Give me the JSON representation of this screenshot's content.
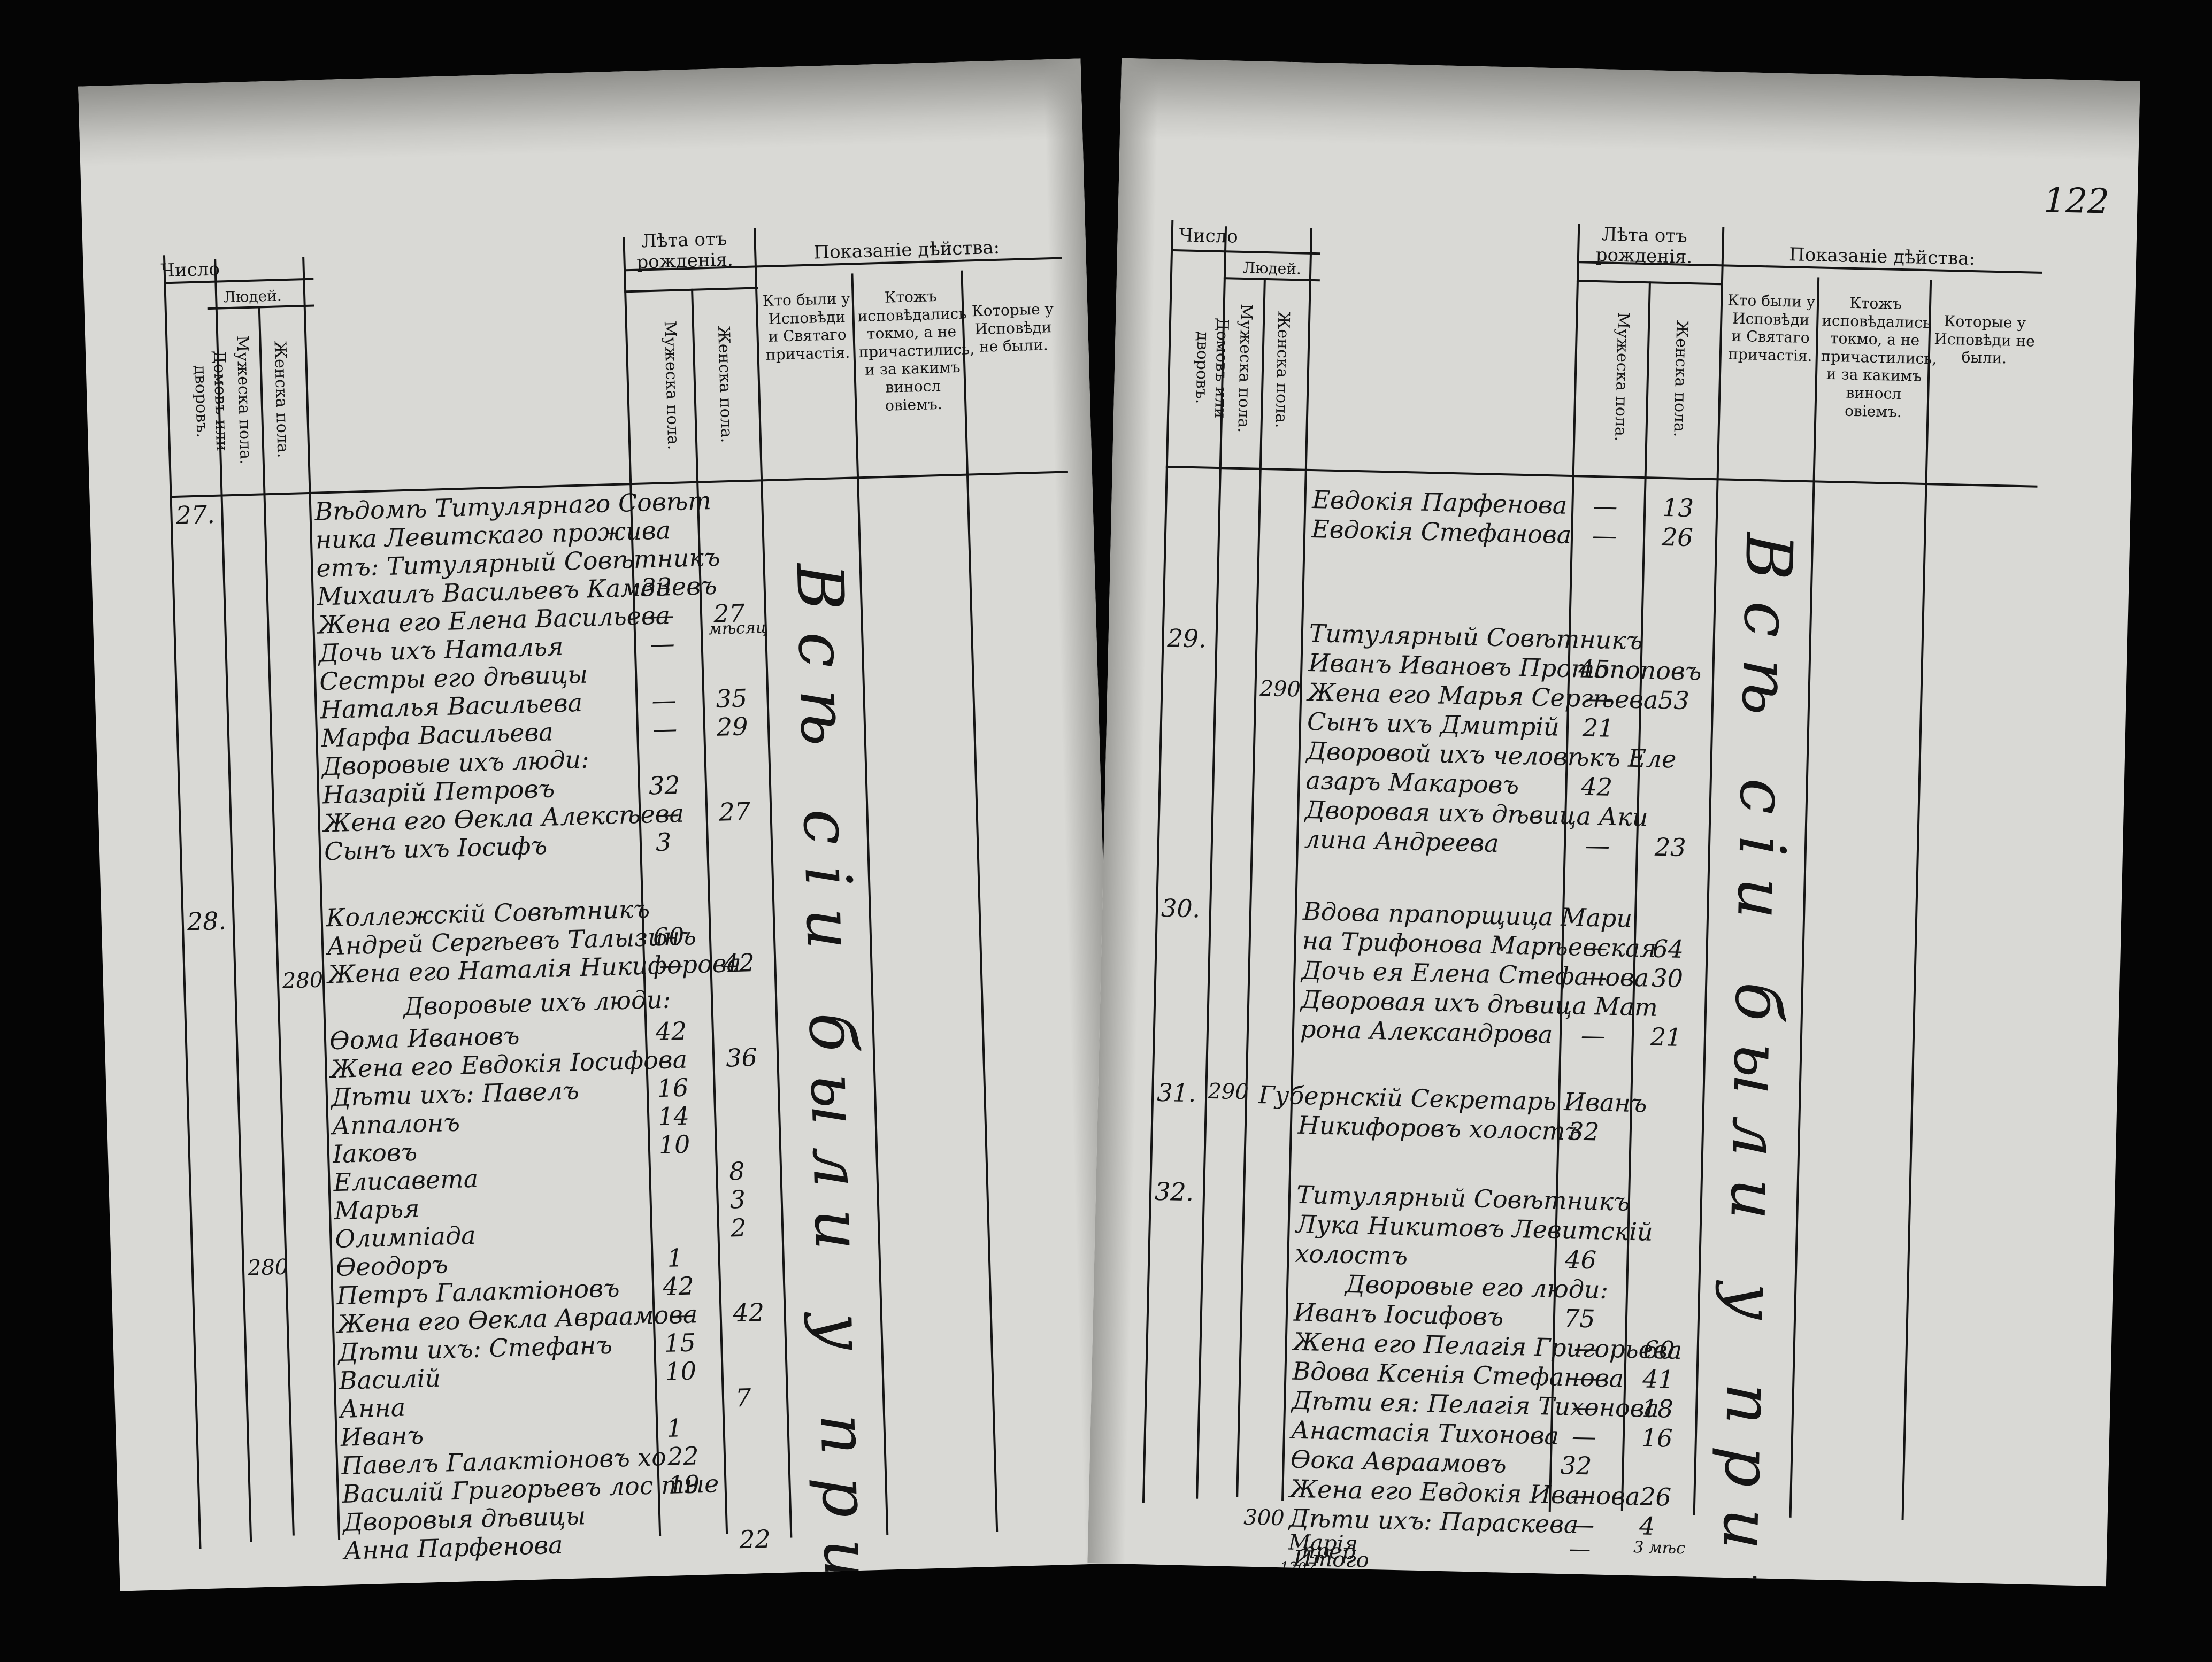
{
  "page_number": "122",
  "headers": {
    "chislo": "Число",
    "lyudei": "Людей.",
    "domov": "Домовъ или дворовъ.",
    "muzh_pola": "Мужеска пола.",
    "zhen_pola": "Женска пола.",
    "leta": "Лѣта отъ рожденія.",
    "muzh_pola_2": "Мужеска пола.",
    "zhen_pola_2": "Женска пола.",
    "pokazanie": "Показаніе дѣйства:",
    "col1": "Кто были у Исповѣди и Святаго причастія.",
    "col2": "Ктожъ исповѣдались токмо, а не причастились, и за какимъ виносл овіемъ.",
    "col3": "Которые у Исповѣди не были."
  },
  "left_page": {
    "house_numbers": [
      "27.",
      "28."
    ],
    "running_totals": [
      "280",
      "280"
    ],
    "entries": [
      {
        "text": "Вѣдомѣ Титулярнаго Совѣт",
        "male": "",
        "female": ""
      },
      {
        "text": "ника Левитскаго прожива",
        "male": "",
        "female": ""
      },
      {
        "text": "етъ: Титулярный Совѣтникъ",
        "male": "",
        "female": ""
      },
      {
        "text": "Михаилъ Васильевъ Каменевъ",
        "male": "33",
        "female": ""
      },
      {
        "text": "Жена его Елена Васильева",
        "male": "—",
        "female": "27"
      },
      {
        "text": "Дочь ихъ Наталья",
        "male": "—",
        "female": "мѣсяц"
      },
      {
        "text": "Сестры его дѣвицы",
        "male": "",
        "female": ""
      },
      {
        "text": "Наталья Васильева",
        "male": "—",
        "female": "35"
      },
      {
        "text": "Марфа Васильева",
        "male": "—",
        "female": "29"
      },
      {
        "text": "Дворовые ихъ люди:",
        "male": "",
        "female": ""
      },
      {
        "text": "Назарій Петровъ",
        "male": "32",
        "female": ""
      },
      {
        "text": "Жена его Ѳекла Алексѣева",
        "male": "—",
        "female": "27"
      },
      {
        "text": "Сынъ ихъ Іосифъ",
        "male": "3",
        "female": ""
      },
      {
        "text": "Коллежскій Совѣтникъ",
        "male": "",
        "female": ""
      },
      {
        "text": "Андрей Сергѣевъ Талызинъ",
        "male": "60",
        "female": ""
      },
      {
        "text": "Жена его Наталія Никифорова",
        "male": "—",
        "female": "42"
      },
      {
        "text": "Дворовые ихъ люди:",
        "male": "",
        "female": ""
      },
      {
        "text": "Ѳома Ивановъ",
        "male": "42",
        "female": ""
      },
      {
        "text": "Жена его Евдокія Іосифова",
        "male": "",
        "female": "36"
      },
      {
        "text": "Дѣти ихъ: Павелъ",
        "male": "16",
        "female": ""
      },
      {
        "text": "Аппалонъ",
        "male": "14",
        "female": ""
      },
      {
        "text": "Іаковъ",
        "male": "10",
        "female": ""
      },
      {
        "text": "Елисавета",
        "male": "",
        "female": "8"
      },
      {
        "text": "Марья",
        "male": "",
        "female": "3"
      },
      {
        "text": "Олимпіада",
        "male": "",
        "female": "2"
      },
      {
        "text": "Ѳеодоръ",
        "male": "1",
        "female": ""
      },
      {
        "text": "Петръ Галактіоновъ",
        "male": "42",
        "female": ""
      },
      {
        "text": "Жена его Ѳекла Авраамова",
        "male": "—",
        "female": "42"
      },
      {
        "text": "Дѣти ихъ: Стефанъ",
        "male": "15",
        "female": ""
      },
      {
        "text": "Василій",
        "male": "10",
        "female": ""
      },
      {
        "text": "Анна",
        "male": "",
        "female": "7"
      },
      {
        "text": "Иванъ",
        "male": "1",
        "female": ""
      },
      {
        "text": "Павелъ Галактіоновъ хо",
        "male": "22",
        "female": ""
      },
      {
        "text": "Василій Григорьевъ лос тые",
        "male": "19",
        "female": ""
      },
      {
        "text": "Дворовыя дѣвицы",
        "male": "",
        "female": ""
      },
      {
        "text": "Анна Парфенова",
        "male": "",
        "female": "22"
      }
    ],
    "stamp": "Всѣ сіи были у причастія"
  },
  "right_page": {
    "house_numbers": [
      "29.",
      "30.",
      "31.",
      "32."
    ],
    "running_totals": [
      "290",
      "290",
      "300"
    ],
    "entries": [
      {
        "text": "Евдокія Парфенова",
        "male": "—",
        "female": "13"
      },
      {
        "text": "Евдокія Стефанова",
        "male": "—",
        "female": "26"
      },
      {
        "text": "Титулярный Совѣтникъ",
        "male": "",
        "female": ""
      },
      {
        "text": "Иванъ Ивановъ Протопоповъ",
        "male": "45",
        "female": ""
      },
      {
        "text": "Жена его Марья Сергѣева",
        "male": "—",
        "female": "53"
      },
      {
        "text": "Сынъ ихъ Дмитрій",
        "male": "21",
        "female": ""
      },
      {
        "text": "Дворовой ихъ человѣкъ Еле",
        "male": "",
        "female": ""
      },
      {
        "text": "азаръ Макаровъ",
        "male": "42",
        "female": ""
      },
      {
        "text": "Дворовая ихъ дѣвица Аки",
        "male": "",
        "female": ""
      },
      {
        "text": "лина Андреева",
        "male": "—",
        "female": "23"
      },
      {
        "text": "Вдова прапорщица Мари",
        "male": "",
        "female": ""
      },
      {
        "text": "на Трифонова Марѣевская",
        "male": "—",
        "female": "64"
      },
      {
        "text": "Дочь ея Елена Стефанова",
        "male": "—",
        "female": "30"
      },
      {
        "text": "Дворовая ихъ дѣвица Мат",
        "male": "",
        "female": ""
      },
      {
        "text": "рона Александрова",
        "male": "—",
        "female": "21"
      },
      {
        "text": "Губернскій Секретарь Иванъ",
        "male": "",
        "female": ""
      },
      {
        "text": "Никифоровъ холостъ",
        "male": "32",
        "female": ""
      },
      {
        "text": "Титулярный Совѣтникъ",
        "male": "",
        "female": ""
      },
      {
        "text": "Лука Никитовъ Левитскій",
        "male": "",
        "female": ""
      },
      {
        "text": "холостъ",
        "male": "46",
        "female": ""
      },
      {
        "text": "Дворовые его люди:",
        "male": "",
        "female": ""
      },
      {
        "text": "Иванъ Іосифовъ",
        "male": "75",
        "female": ""
      },
      {
        "text": "Жена его Пелагія Григорьева",
        "male": "—",
        "female": "60"
      },
      {
        "text": "Вдова Ксенія Стефанова",
        "male": "—",
        "female": "41"
      },
      {
        "text": "Дѣти ея: Пелагія Тихонова",
        "male": "—",
        "female": "18"
      },
      {
        "text": "Анастасія Тихонова",
        "male": "—",
        "female": "16"
      },
      {
        "text": "Ѳока Авраамовъ",
        "male": "32",
        "female": ""
      },
      {
        "text": "Жена его Евдокія Иванова",
        "male": "—",
        "female": "26"
      },
      {
        "text": "Дѣти ихъ: Параскева",
        "male": "—",
        "female": "4"
      },
      {
        "text": "Марія",
        "male": "—",
        "female": "3 мѣс"
      },
      {
        "text": "Итого",
        "male": "",
        "female": ""
      }
    ],
    "footer_marks": [
      "прер",
      "1207"
    ],
    "stamp": "Всѣ сіи были у причастія"
  }
}
